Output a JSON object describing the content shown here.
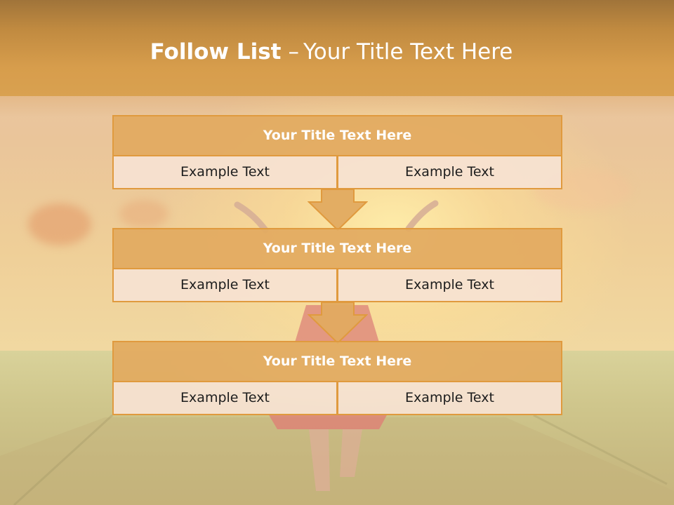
{
  "slide": {
    "title_bold": "Follow List",
    "title_dash": "–",
    "title_rest": "Your Title Text Here"
  },
  "blocks": [
    {
      "title": "Your Title Text Here",
      "left": "Example Text",
      "right": "Example Text"
    },
    {
      "title": "Your Title Text Here",
      "left": "Example Text",
      "right": "Example Text"
    },
    {
      "title": "Your Title Text Here",
      "left": "Example Text",
      "right": "Example Text"
    }
  ],
  "colors": {
    "header": "#d79d4c",
    "box_border": "#e09a3e",
    "title_fill": "#e2aa60",
    "cell_fill": "#f6e2d2",
    "arrow_fill": "#e2aa60"
  },
  "icons": {
    "flow_arrow": "down-arrow-icon"
  }
}
